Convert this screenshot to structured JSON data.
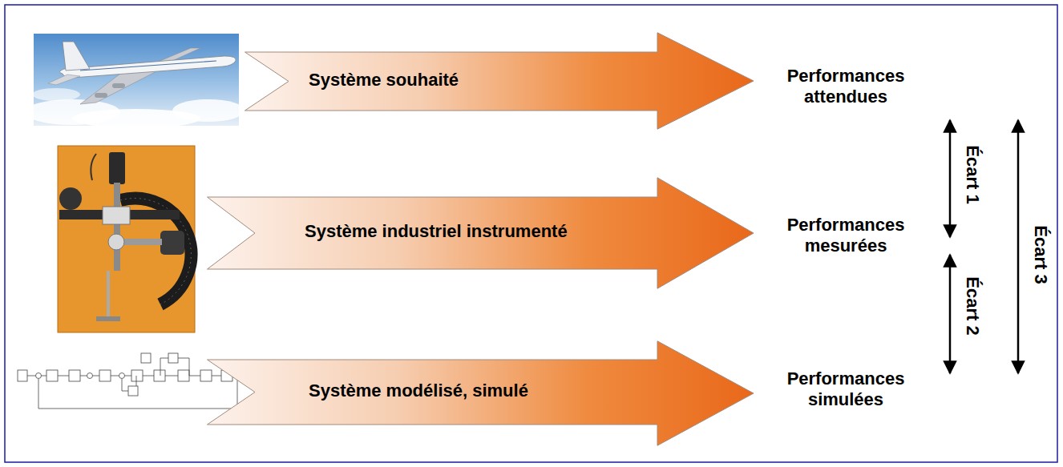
{
  "diagram": {
    "nodes": [
      {
        "text": [
          "Système souhaité"
        ]
      },
      {
        "text": [
          "Système industriel instrumenté"
        ]
      },
      {
        "text": [
          "Système modélisé, simulé"
        ]
      }
    ],
    "labels": [
      "Performances attendues",
      "Performances mesurées",
      "Performances simulées",
      "Écart 1",
      "Écart 2",
      "Écart 3"
    ]
  }
}
